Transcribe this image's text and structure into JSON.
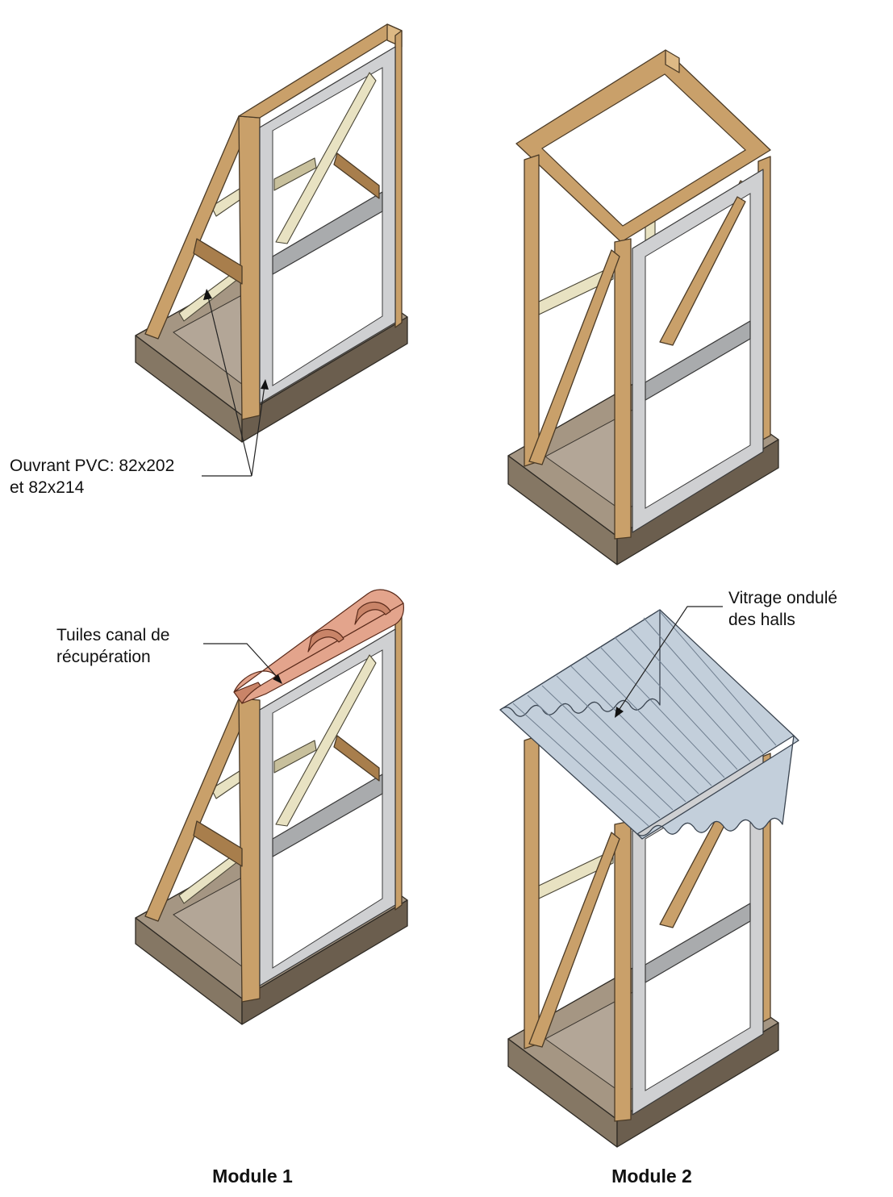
{
  "labels": {
    "ouvrant_line1": "Ouvrant PVC: 82x202",
    "ouvrant_line2": "et 82x214",
    "tuiles_line1": "Tuiles canal de",
    "tuiles_line2": "récupération",
    "vitrage_line1": "Vitrage ondulé",
    "vitrage_line2": "des halls"
  },
  "captions": {
    "module1": "Module 1",
    "module2": "Module 2"
  },
  "colors": {
    "wood": "#c9a06a",
    "pvc_frame": "#cfd0d2",
    "slab": "#857764",
    "roof_tiles": "#e3a48c",
    "corrugated_glazing": "#c3cfdb"
  }
}
